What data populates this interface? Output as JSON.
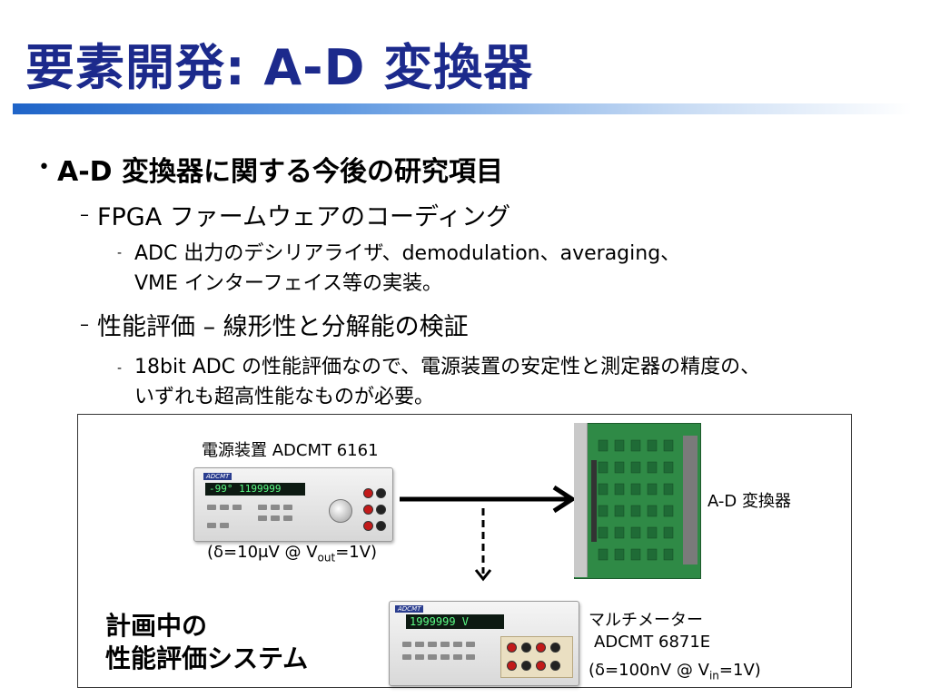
{
  "slide": {
    "title": "要素開発: A-D 変換器",
    "bullet1": "A-D 変換器に関する今後の研究項目",
    "sub1": "FPGA ファームウェアのコーディング",
    "sub1_detail_line1": "ADC 出力のデシリアライザ、demodulation、averaging、",
    "sub1_detail_line2": "VME インターフェイス等の実装。",
    "sub2": "性能評価 – 線形性と分解能の検証",
    "sub2_detail_line1": "18bit ADC の性能評価なので、電源装置の安定性と測定器の精度の、",
    "sub2_detail_line2": "いずれも超高性能なものが必要。"
  },
  "figure": {
    "psu_label": "電源装置 ADCMT 6161",
    "psu_spec_prefix": "(δ=10μV @ V",
    "psu_spec_sub": "out",
    "psu_spec_suffix": "=1V)",
    "psu_display": "-99°  1199999",
    "adc_label": "A-D 変換器",
    "dmm_label_line1": "マルチメーター",
    "dmm_label_line2": "ADCMT 6871E",
    "dmm_spec_prefix": "(δ=100nV @ V",
    "dmm_spec_sub": "in",
    "dmm_spec_suffix": "=1V)",
    "dmm_display": "1999999  V",
    "planned_line1": "計画中の",
    "planned_line2": "性能評価システム",
    "brand": "ADCMT"
  },
  "colors": {
    "title": "#1c2a8c",
    "title_bar_start": "#1f64c8",
    "board": "#2f8a46"
  }
}
